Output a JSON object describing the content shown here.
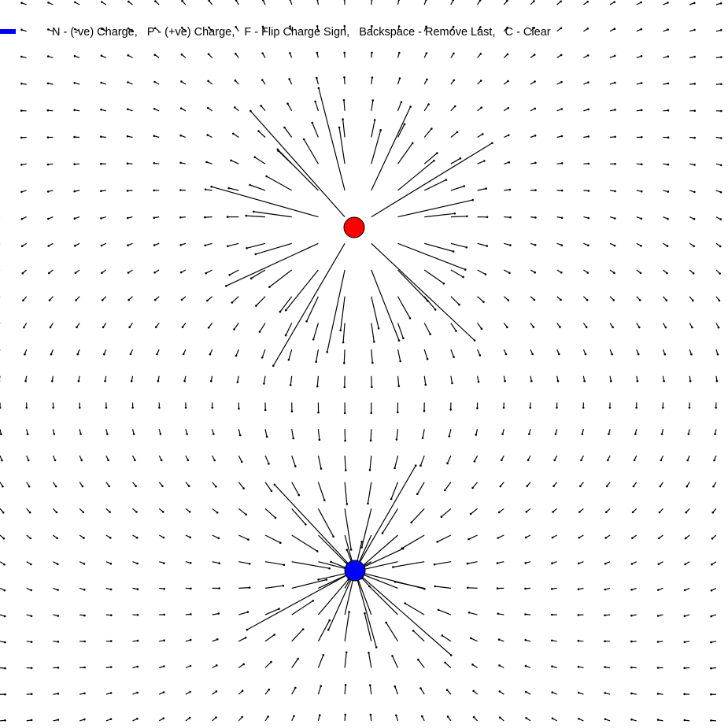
{
  "help": {
    "items": [
      "N - (-ve) Charge,",
      "P - (+ve) Charge,",
      "F - Flip Charge Sign,",
      "Backspace - Remove Last,",
      "C - Clear"
    ]
  },
  "charges": [
    {
      "sign": "positive",
      "color": "#ff0000"
    },
    {
      "sign": "negative",
      "color": "#0000ff"
    }
  ],
  "mode": {
    "current": "negative",
    "color": "#0000ee"
  },
  "field": {
    "line_color": "#000000",
    "dot_color": "#000000"
  }
}
